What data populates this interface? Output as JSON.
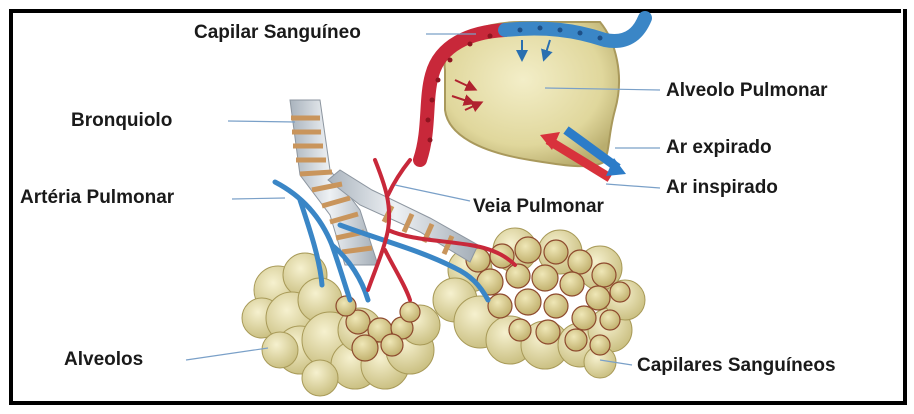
{
  "labels": {
    "capilar_sanguineo": "Capilar Sanguíneo",
    "bronquiolo": "Bronquiolo",
    "arteria_pulmonar": "Artéria Pulmonar",
    "veia_pulmonar": "Veia Pulmonar",
    "alveolo_pulmonar": "Alveolo Pulmonar",
    "ar_expirado": "Ar expirado",
    "ar_inspirado": "Ar inspirado",
    "alveolos": "Alveolos",
    "capilares_sanguineos": "Capilares Sanguíneos"
  },
  "colors": {
    "artery_blue": "#3a86c6",
    "vein_red": "#c8283a",
    "alveolus_fill": "#e4dca6",
    "tube": "#c9d1d8",
    "ring": "#c9955c",
    "line": "#7aa0c8"
  }
}
